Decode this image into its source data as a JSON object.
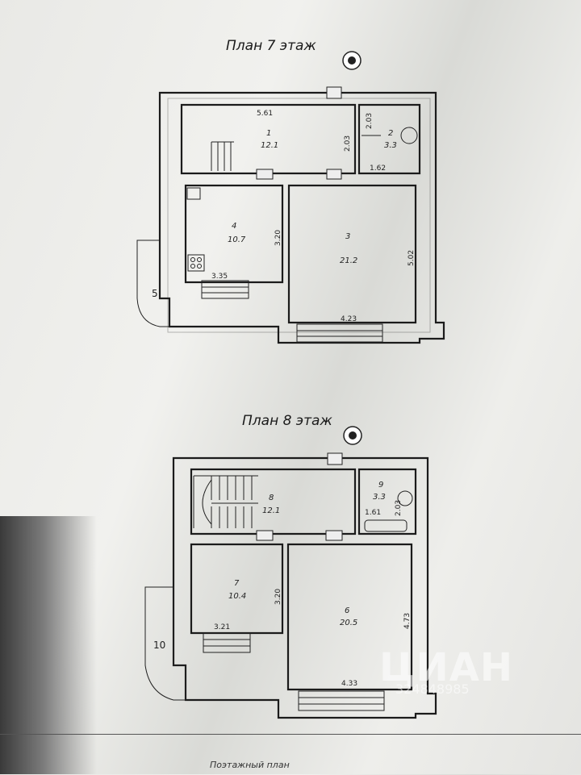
{
  "plan7": {
    "title": "План 7 этаж",
    "side_label": "5",
    "rooms": [
      {
        "num": "1",
        "area": "12.1"
      },
      {
        "num": "2",
        "area": "3.3"
      },
      {
        "num": "3",
        "area": "21.2"
      },
      {
        "num": "4",
        "area": "10.7"
      }
    ],
    "dims": [
      "5.61",
      "2.03",
      "2.03",
      "1.62",
      "3.20",
      "3.35",
      "5.02",
      "4.23"
    ]
  },
  "plan8": {
    "title": "План 8 этаж",
    "side_label": "10",
    "rooms": [
      {
        "num": "8",
        "area": "12.1"
      },
      {
        "num": "9",
        "area": "3.3"
      },
      {
        "num": "7",
        "area": "10.4"
      },
      {
        "num": "6",
        "area": "20.5"
      }
    ],
    "dims": [
      "1.61",
      "2.03",
      "3.20",
      "3.21",
      "4.73",
      "4.33"
    ]
  },
  "footer": {
    "stamp": "Поэтажный план"
  },
  "watermark": {
    "brand": "ЦИАН",
    "id": "324848985"
  }
}
